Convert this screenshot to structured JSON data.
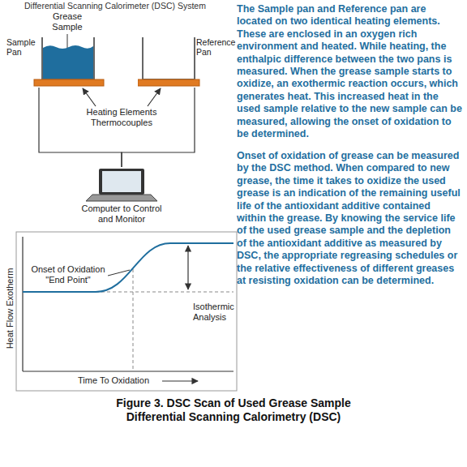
{
  "diagram": {
    "title": "Differential Scanning Calorimeter (DSC) System",
    "caption": "Figure 3. DSC Scan of Used Grease Sample Differential Scanning Calorimetry (DSC)",
    "nodes": [
      {
        "text": [
          "Sample Pan"
        ]
      },
      {
        "text": [
          "Reference Pan"
        ]
      },
      {
        "text": [
          "Computer to Control and Monitor"
        ]
      }
    ],
    "edges": [
      {
        "from": 0,
        "to": 2,
        "arrow": "none"
      },
      {
        "from": 1,
        "to": 2,
        "arrow": "none"
      }
    ],
    "labels": [
      "Grease Sample",
      "Heating Elements Thermocouples",
      "Onset of Oxidation \"End Point\"",
      "Isothermic Analysis",
      "Heat Flow Exotherm",
      "Time To Oxidation",
      "The Sample pan and Reference pan are located on two identical heating elements. These are enclosed in an oxygen rich environment and heated. While heating, the enthalpic difference between the two pans is measured. When the grease sample starts to oxidize, an exothermic reaction occurs, which generates heat. This increased heat in the used sample relative to the new sample can be measured, allowing the onset of oxidation to be determined.",
      "Onset of oxidation of grease can be measured by the DSC method. When compared to new grease, the time it takes to oxidize the used grease is an indication of the remaining useful life of the antioxidant additive contained within the grease. By knowing the service life of the used grease sample and the depletion of the antioxidant additive as measured by DSC, the appropriate regreasing schedules or the relative effectiveness of different greases at resisting oxidation can be determined."
    ]
  }
}
